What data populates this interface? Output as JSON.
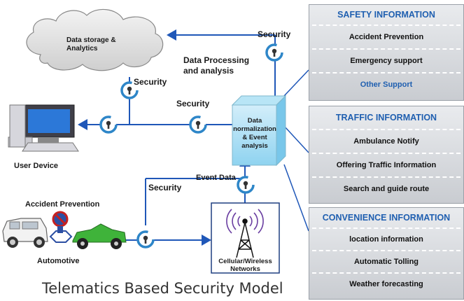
{
  "diagram": {
    "title": "Telematics Based Security Model",
    "cloud_label": "Data storage &\nAnalytics",
    "processing_label": "Data Processing\nand analysis",
    "normalization_label": "Data\nnormalization\n& Event\nanalysis",
    "user_device_label": "User Device",
    "event_data_label": "Event Data",
    "accident_prevention_label": "Accident Prevention",
    "automotive_label": "Automotive",
    "network_label": "Cellular/Wireless\nNetworks",
    "security_label": "Security"
  },
  "panels": [
    {
      "title": "SAFETY INFORMATION",
      "items": [
        "Accident Prevention",
        "Emergency support",
        "Other Support"
      ]
    },
    {
      "title": "TRAFFIC INFORMATION",
      "items": [
        "Ambulance Notify",
        "Offering  Traffic  Information",
        "Search and guide route"
      ]
    },
    {
      "title": "CONVENIENCE INFORMATION",
      "items": [
        "location information",
        "Automatic Tolling",
        "Weather forecasting"
      ]
    }
  ],
  "colors": {
    "line": "#1f57b8",
    "panel_title": "#1f5fb0",
    "icon_ring": "#2e86c8"
  }
}
